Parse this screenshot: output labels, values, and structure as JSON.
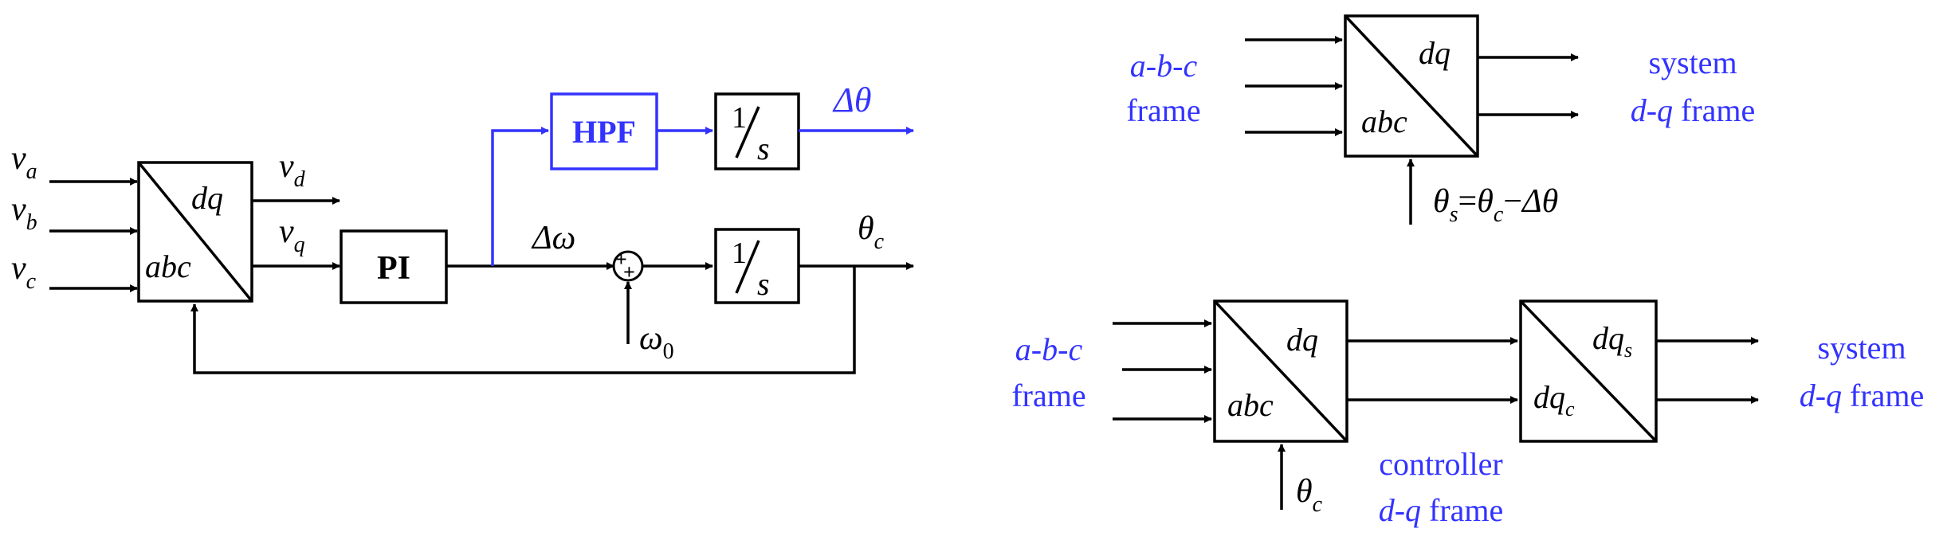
{
  "colors": {
    "black": "#000000",
    "blue": "#3333ff"
  },
  "left": {
    "inputs": [
      {
        "base": "v",
        "sub": "a"
      },
      {
        "base": "v",
        "sub": "b"
      },
      {
        "base": "v",
        "sub": "c"
      }
    ],
    "transform": {
      "top": "dq",
      "bottom": "abc"
    },
    "out_d": {
      "base": "v",
      "sub": "d"
    },
    "out_q": {
      "base": "v",
      "sub": "q"
    },
    "pi": "PI",
    "hpf": "HPF",
    "int_num": "1",
    "int_den": "s",
    "delta_theta": "Δθ",
    "delta_omega": "Δω",
    "sum_plus_1": "+",
    "sum_plus_2": "+",
    "omega0": {
      "base": "ω",
      "sub": "0"
    },
    "theta_c": {
      "base": "θ",
      "sub": "c"
    }
  },
  "top_right": {
    "in_line1": "a-b-c",
    "in_line2": "frame",
    "transform": {
      "top": "dq",
      "bottom": "abc"
    },
    "out_line1": "system",
    "out_line2_italic": "d-q",
    "out_line2_rest": " frame",
    "angle": {
      "lhs": "θ",
      "lhs_sub": "s",
      "eq": "=",
      "rhs1": "θ",
      "rhs1_sub": "c",
      "minus": "−",
      "rhs2": "Δθ"
    }
  },
  "bottom_right": {
    "in_line1": "a-b-c",
    "in_line2": "frame",
    "transform1": {
      "top": "dq",
      "bottom": "abc"
    },
    "transform2": {
      "top": "dq",
      "top_sub": "s",
      "bottom": "dq",
      "bottom_sub": "c"
    },
    "out_line1": "system",
    "out_line2_italic": "d-q",
    "out_line2_rest": " frame",
    "mid_line1": "controller",
    "mid_line2_italic": "d-q",
    "mid_line2_rest": " frame",
    "angle": {
      "base": "θ",
      "sub": "c"
    }
  }
}
